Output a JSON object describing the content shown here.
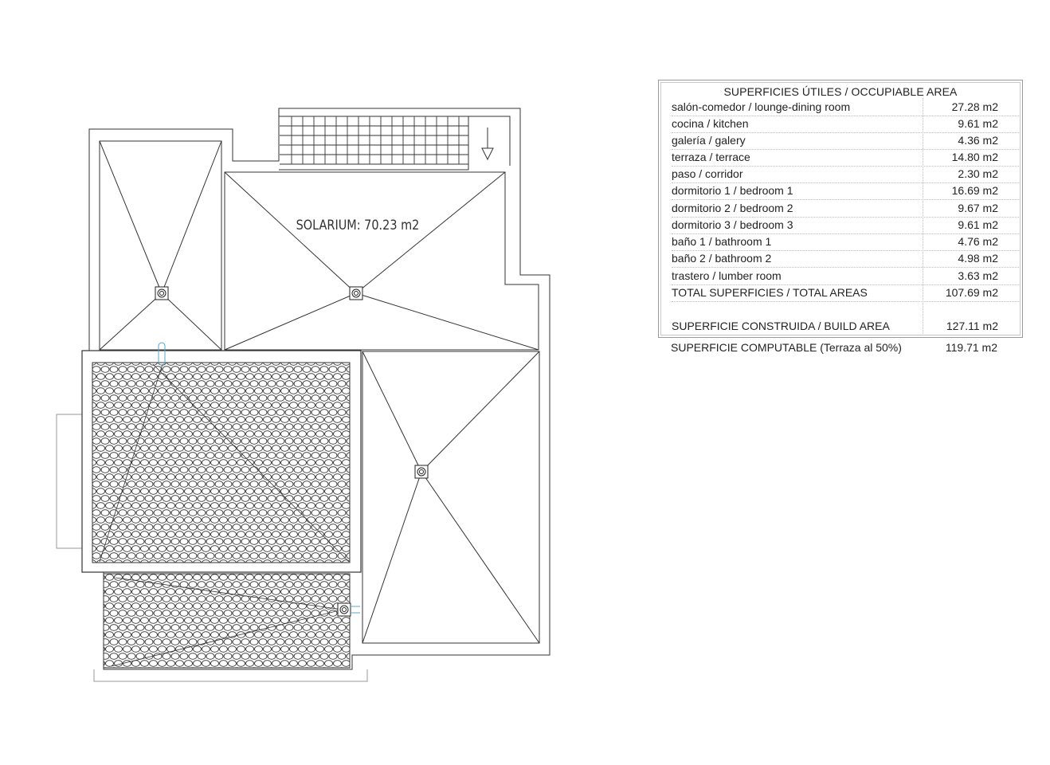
{
  "plan": {
    "solarium_label": "SOLARIUM:  70.23  m2"
  },
  "areas": {
    "title": "SUPERFICIES ÚTILES / OCCUPIABLE AREA",
    "rows": [
      {
        "label": "salón-comedor / lounge-dining room",
        "value": "27.28 m2"
      },
      {
        "label": "cocina / kitchen",
        "value": "9.61 m2"
      },
      {
        "label": "galería / galery",
        "value": "4.36 m2"
      },
      {
        "label": "terraza / terrace",
        "value": "14.80 m2"
      },
      {
        "label": "paso / corridor",
        "value": "2.30 m2"
      },
      {
        "label": "dormitorio 1 / bedroom 1",
        "value": "16.69 m2"
      },
      {
        "label": "dormitorio 2 / bedroom 2",
        "value": "9.67 m2"
      },
      {
        "label": "dormitorio 3 / bedroom 3",
        "value": "9.61 m2"
      },
      {
        "label": "baño 1 / bathroom 1",
        "value": "4.76 m2"
      },
      {
        "label": "baño 2 / bathroom 2",
        "value": "4.98 m2"
      },
      {
        "label": "trastero / lumber room",
        "value": "3.63 m2"
      }
    ],
    "total": {
      "label": "TOTAL SUPERFICIES / TOTAL AREAS",
      "value": "107.69 m2"
    },
    "built": {
      "label": "SUPERFICIE CONSTRUIDA / BUILD AREA",
      "value": "127.11 m2"
    },
    "computable": {
      "label": "SUPERFICIE COMPUTABLE (Terraza al 50%)",
      "value": "119.71 m2"
    }
  }
}
